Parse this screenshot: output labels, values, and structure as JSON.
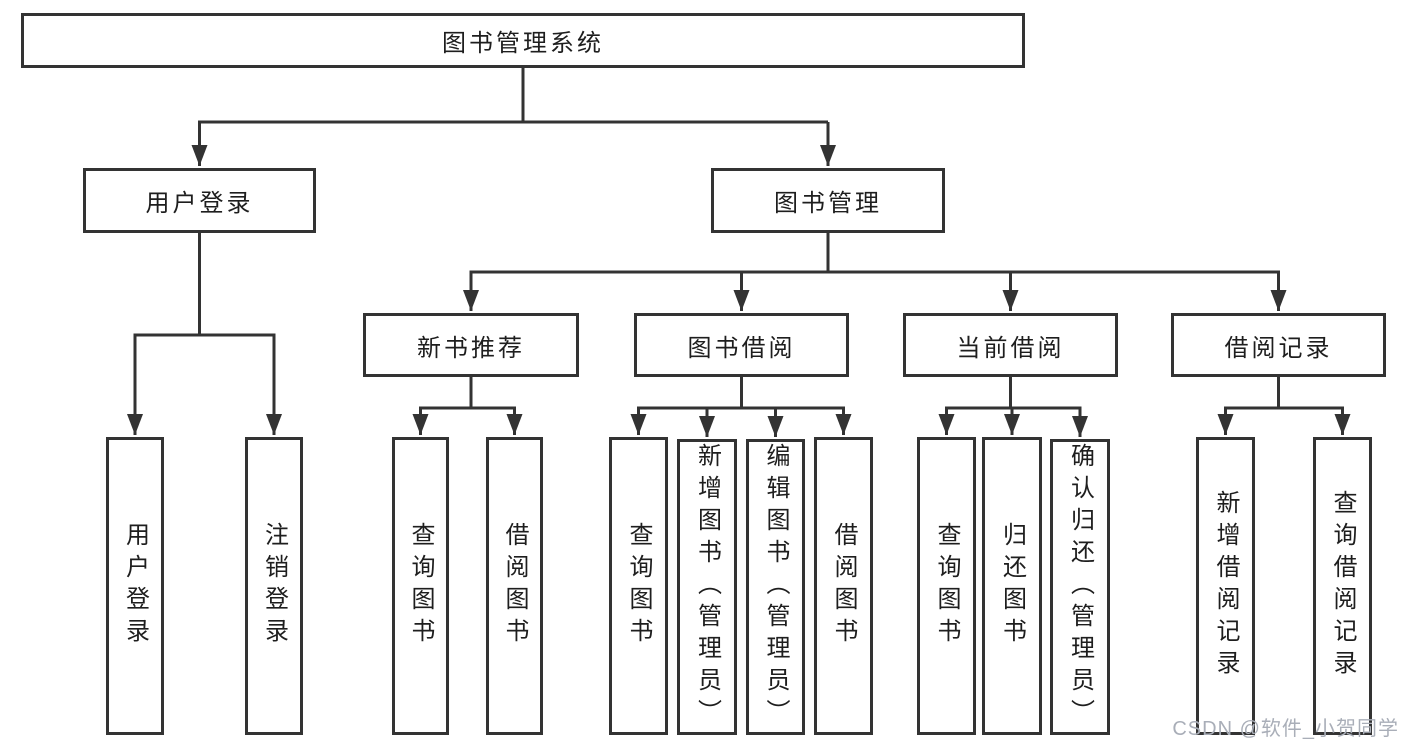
{
  "colors": {
    "line": "#333333",
    "box_border": "#333333",
    "text": "#1e1e1e",
    "background": "#ffffff",
    "watermark": "#a9aeb8"
  },
  "nodes": {
    "root": "图书管理系统",
    "user_login": "用户登录",
    "book_mgmt": "图书管理",
    "new_books": "新书推荐",
    "book_borrow": "图书借阅",
    "current_borrow": "当前借阅",
    "borrow_records": "借阅记录",
    "ul_login": "用户登录",
    "ul_logout": "注销登录",
    "nb_query": "查询图书",
    "nb_borrow": "借阅图书",
    "bw_query": "查询图书",
    "bw_add": "新增图书（管理员）",
    "bw_edit": "编辑图书（管理员）",
    "bw_borrow": "借阅图书",
    "cb_query": "查询图书",
    "cb_return": "归还图书",
    "cb_confirm": "确认归还（管理员）",
    "rc_add": "新增借阅记录",
    "rc_query": "查询借阅记录"
  },
  "hierarchy": [
    {
      "parent": "图书管理系统",
      "children": [
        "用户登录",
        "图书管理"
      ]
    },
    {
      "parent": "用户登录",
      "children": [
        "用户登录",
        "注销登录"
      ]
    },
    {
      "parent": "图书管理",
      "children": [
        "新书推荐",
        "图书借阅",
        "当前借阅",
        "借阅记录"
      ]
    },
    {
      "parent": "新书推荐",
      "children": [
        "查询图书",
        "借阅图书"
      ]
    },
    {
      "parent": "图书借阅",
      "children": [
        "查询图书",
        "新增图书（管理员）",
        "编辑图书（管理员）",
        "借阅图书"
      ]
    },
    {
      "parent": "当前借阅",
      "children": [
        "查询图书",
        "归还图书",
        "确认归还（管理员）"
      ]
    },
    {
      "parent": "借阅记录",
      "children": [
        "新增借阅记录",
        "查询借阅记录"
      ]
    }
  ],
  "watermark": {
    "text": "CSDN @软件_小贺同学"
  }
}
